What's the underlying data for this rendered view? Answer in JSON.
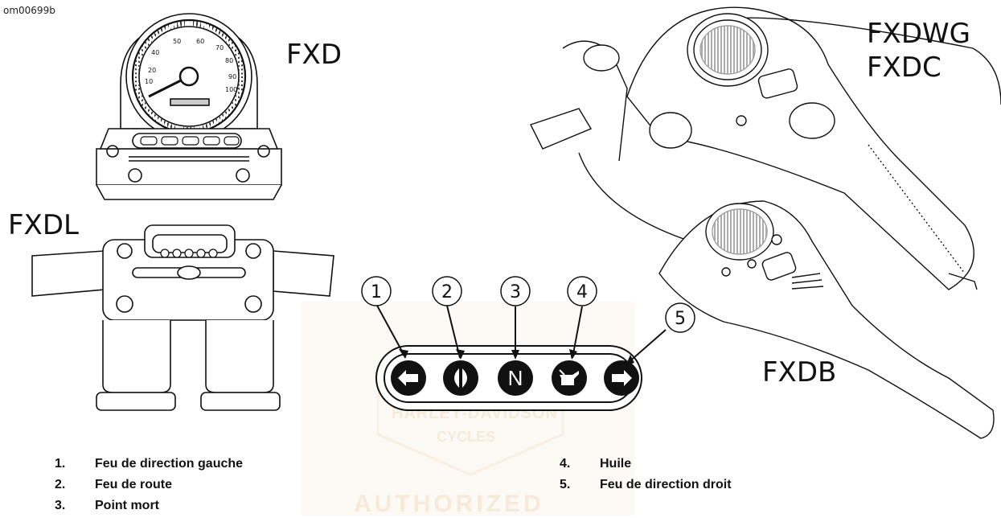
{
  "figure_id": "om00699b",
  "models": {
    "fxd": "FXD",
    "fxdwg": "FXDWG",
    "fxdc": "FXDC",
    "fxdl": "FXDL",
    "fxdb": "FXDB"
  },
  "indicators": [
    {
      "number": "1",
      "icon": "left-arrow-icon"
    },
    {
      "number": "2",
      "icon": "high-beam-icon"
    },
    {
      "number": "3",
      "icon": "neutral-icon",
      "glyph": "N"
    },
    {
      "number": "4",
      "icon": "oil-can-icon"
    },
    {
      "number": "5",
      "icon": "right-arrow-icon"
    }
  ],
  "legend": [
    {
      "num": "1.",
      "text": "Feu de direction gauche"
    },
    {
      "num": "2.",
      "text": "Feu de route"
    },
    {
      "num": "3.",
      "text": "Point mort"
    },
    {
      "num": "4.",
      "text": "Huile"
    },
    {
      "num": "5.",
      "text": "Feu de direction droit"
    }
  ],
  "watermark": {
    "line1": "HARLEY-DAVIDSON",
    "line2": "CYCLES",
    "line3": "AUTHORIZED"
  },
  "colors": {
    "ink": "#111111",
    "watermark": "#f3dcc0"
  }
}
